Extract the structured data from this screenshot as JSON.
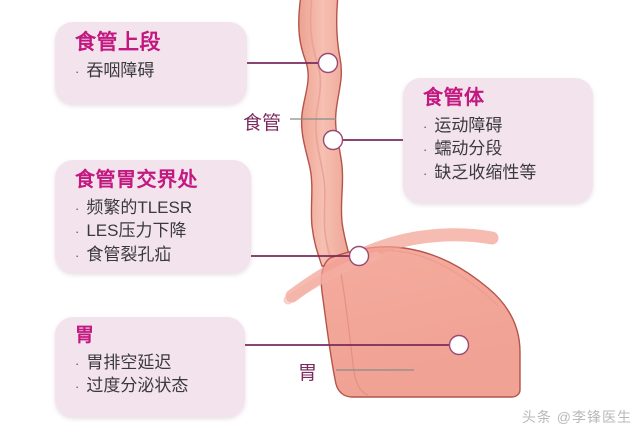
{
  "diagram": {
    "title_alt": "食管与胃 反流机制示意图",
    "colors": {
      "box_background": "#f3e3ed",
      "heading": "#c2187f",
      "body_text": "#3a3a3a",
      "connector": "#7b2a5e",
      "annotation": "#7a2a5e",
      "organ_fill": "#f0a595",
      "organ_outline": "#b5544a",
      "stomach_fill": "#f2a99c",
      "diaphragm": "#ef9d8f",
      "marker_fill": "#ffffff",
      "watermark": "#b9b9b9"
    },
    "callouts": [
      {
        "id": "upper-esophagus",
        "title": "食管上段",
        "bullets": [
          "吞咽障碍"
        ]
      },
      {
        "id": "esophageal-body",
        "title": "食管体",
        "bullets": [
          "运动障碍",
          "蠕动分段",
          "缺乏收缩性等"
        ]
      },
      {
        "id": "esophagogastric-junction",
        "title": "食管胃交界处",
        "bullets": [
          "频繁的TLESR",
          "LES压力下降",
          "食管裂孔疝"
        ]
      },
      {
        "id": "stomach",
        "title": "胃",
        "bullets": [
          "胃排空延迟",
          "过度分泌状态"
        ]
      }
    ],
    "annotations": [
      {
        "id": "esophagus-label",
        "text": "食管"
      },
      {
        "id": "stomach-label",
        "text": "胃"
      }
    ],
    "bullet_glyph": "·",
    "watermark": "头条 @李锋医生"
  }
}
